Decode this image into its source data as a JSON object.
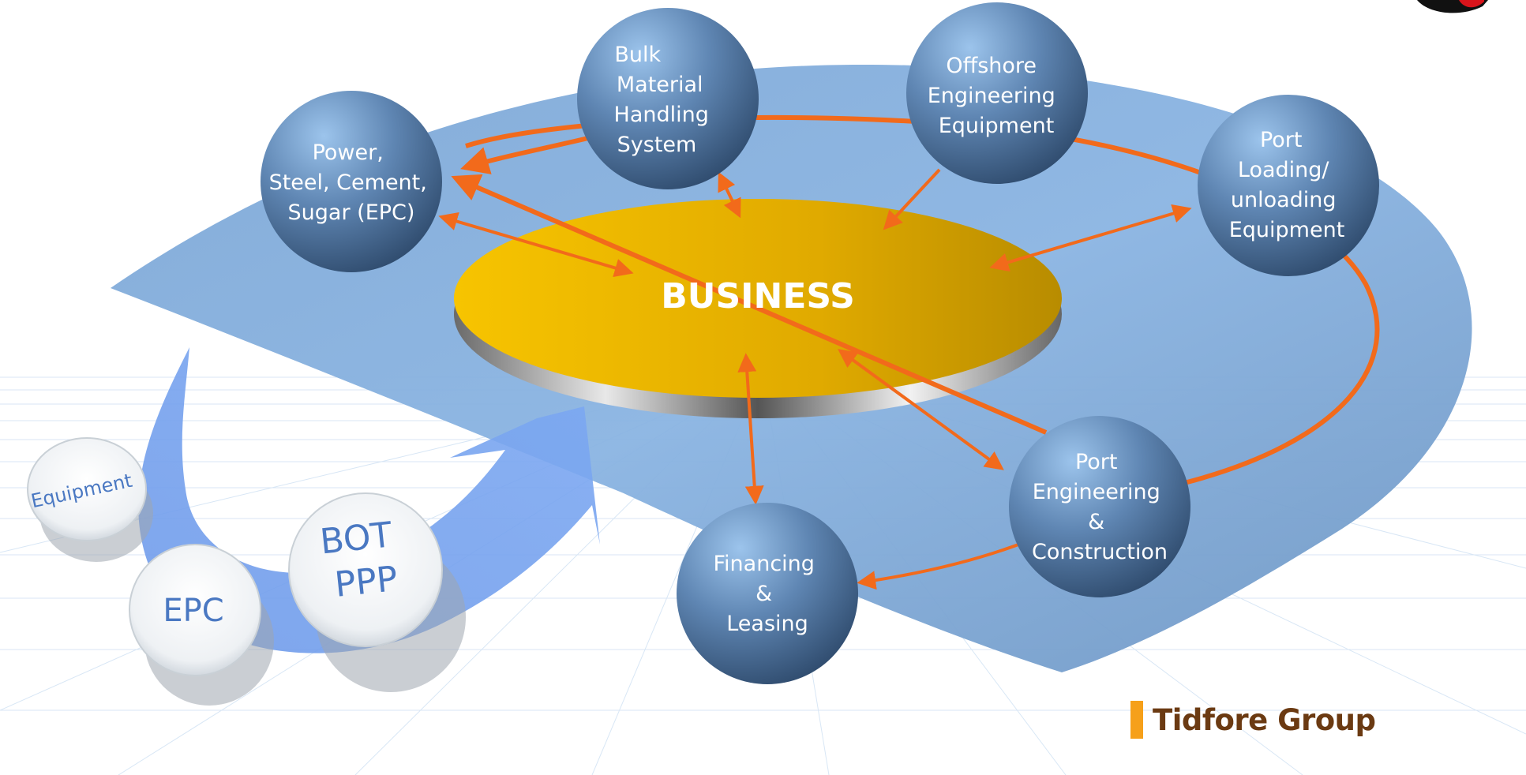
{
  "center": {
    "label": "BUSINESS"
  },
  "nodes": [
    {
      "id": "power",
      "lines": [
        "Power,",
        "Steel, Cement,",
        "Sugar (EPC)"
      ]
    },
    {
      "id": "bulk",
      "lines": [
        "Bulk",
        "Material",
        "Handling",
        "System"
      ]
    },
    {
      "id": "offshore",
      "lines": [
        "Offshore",
        "Engineering",
        "Equipment"
      ]
    },
    {
      "id": "port-loading",
      "lines": [
        "Port",
        "Loading/",
        "unloading",
        "Equipment"
      ]
    },
    {
      "id": "port-engineering",
      "lines": [
        "Port",
        "Engineering",
        "&",
        "Construction"
      ]
    },
    {
      "id": "financing",
      "lines": [
        "Financing",
        "&",
        "Leasing"
      ]
    }
  ],
  "models": [
    {
      "id": "equipment",
      "label": "Equipment"
    },
    {
      "id": "epc",
      "label": "EPC"
    },
    {
      "id": "bot-ppp",
      "lines": [
        "BOT",
        "PPP"
      ]
    }
  ],
  "brand": {
    "name": "Tidfore Group"
  },
  "colors": {
    "arrow": "#f26a1b",
    "node": "#3d5f86",
    "center": "#f2b800",
    "brand_bar": "#f6a01a",
    "brand_text": "#6b3a12"
  }
}
